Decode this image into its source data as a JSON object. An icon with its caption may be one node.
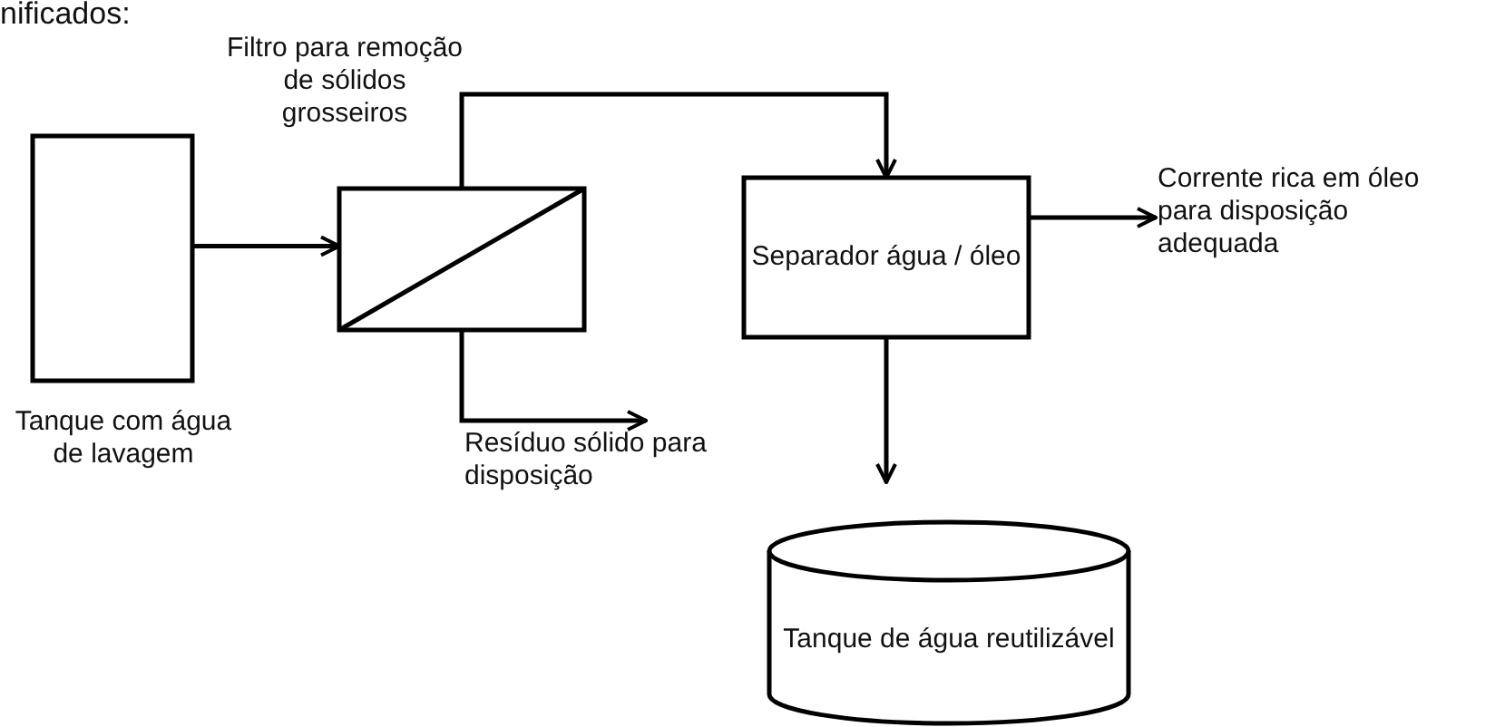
{
  "diagram": {
    "nodes": [
      {
        "text": [
          "Tanque com água de lavagem"
        ]
      },
      {
        "text": [
          "Filtro para remoção de sólidos grosseiros"
        ]
      },
      {
        "text": [
          "Separador água / óleo"
        ]
      },
      {
        "text": [
          "Tanque de água reutilizável"
        ]
      },
      {
        "text": [
          "Resíduo sólido para disposição"
        ]
      },
      {
        "text": [
          "Corrente rica em óleo para disposição adequada"
        ]
      }
    ],
    "edges": [
      {
        "from": 0,
        "to": 1,
        "arrow": "to"
      },
      {
        "from": 1,
        "to": 2,
        "arrow": "to"
      },
      {
        "from": 1,
        "to": 4,
        "arrow": "to"
      },
      {
        "from": 2,
        "to": 5,
        "arrow": "to"
      },
      {
        "from": 2,
        "to": 3,
        "arrow": "to"
      }
    ],
    "labels": [
      "nificados:"
    ]
  }
}
